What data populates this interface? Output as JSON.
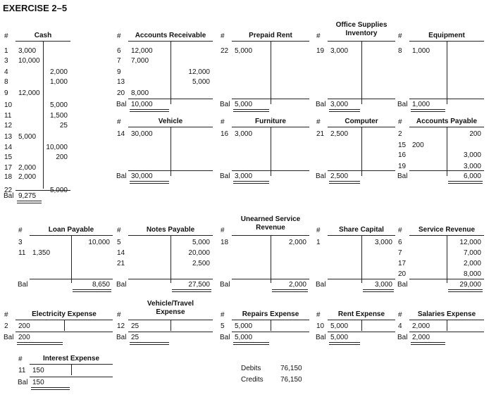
{
  "title": "EXERCISE 2–5",
  "hash": "#",
  "bal": "Bal",
  "accounts": [
    {
      "id": "cash",
      "title": [
        "Cash"
      ],
      "refs": [
        "1",
        "3",
        "4",
        "8",
        "9",
        "10",
        "11",
        "12",
        "13",
        "14",
        "15",
        "17",
        "18",
        "22"
      ],
      "debits": [
        "3,000",
        "10,000",
        "",
        "",
        "12,000",
        "",
        "",
        "",
        "5,000",
        "",
        "",
        "2,000",
        "2,000",
        ""
      ],
      "credits": [
        "",
        "",
        "2,000",
        "1,000",
        "",
        "5,000",
        "1,500",
        "25",
        "",
        "10,000",
        "200",
        "",
        "",
        "5,000"
      ],
      "bal": "9,275",
      "bal_side": "debit"
    },
    {
      "id": "accounts-receivable",
      "title": [
        "Accounts Receivable"
      ],
      "refs": [
        "6",
        "7",
        "9",
        "13",
        "20"
      ],
      "debits": [
        "12,000",
        "7,000",
        "",
        "",
        "8,000"
      ],
      "credits": [
        "",
        "",
        "12,000",
        "5,000",
        ""
      ],
      "bal": "10,000",
      "bal_side": "debit"
    },
    {
      "id": "prepaid-rent",
      "title": [
        "Prepaid Rent"
      ],
      "refs": [
        "22"
      ],
      "debits": [
        "5,000"
      ],
      "credits": [
        ""
      ],
      "bal": "5,000",
      "bal_side": "debit"
    },
    {
      "id": "office-supplies",
      "title": [
        "Office Supplies",
        "Inventory"
      ],
      "refs": [
        "19"
      ],
      "debits": [
        "3,000"
      ],
      "credits": [
        ""
      ],
      "bal": "3,000",
      "bal_side": "debit"
    },
    {
      "id": "equipment",
      "title": [
        "Equipment"
      ],
      "refs": [
        "8"
      ],
      "debits": [
        "1,000"
      ],
      "credits": [
        ""
      ],
      "bal": "1,000",
      "bal_side": "debit"
    },
    {
      "id": "vehicle",
      "title": [
        "Vehicle"
      ],
      "refs": [
        "14"
      ],
      "debits": [
        "30,000"
      ],
      "credits": [
        ""
      ],
      "bal": "30,000",
      "bal_side": "debit"
    },
    {
      "id": "furniture",
      "title": [
        "Furniture"
      ],
      "refs": [
        "16"
      ],
      "debits": [
        "3,000"
      ],
      "credits": [
        ""
      ],
      "bal": "3,000",
      "bal_side": "debit"
    },
    {
      "id": "computer",
      "title": [
        "Computer"
      ],
      "refs": [
        "21"
      ],
      "debits": [
        "2,500"
      ],
      "credits": [
        ""
      ],
      "bal": "2,500",
      "bal_side": "debit"
    },
    {
      "id": "accounts-payable",
      "title": [
        "Accounts Payable"
      ],
      "refs": [
        "2",
        "15",
        "16",
        "19"
      ],
      "debits": [
        "",
        "200",
        "",
        ""
      ],
      "credits": [
        "200",
        "",
        "3,000",
        "3,000"
      ],
      "bal": "6,000",
      "bal_side": "credit"
    },
    {
      "id": "loan-payable",
      "title": [
        "Loan Payable"
      ],
      "refs": [
        "3",
        "11"
      ],
      "debits": [
        "",
        "1,350"
      ],
      "credits": [
        "10,000",
        ""
      ],
      "bal": "8,650",
      "bal_side": "credit"
    },
    {
      "id": "notes-payable",
      "title": [
        "Notes Payable"
      ],
      "refs": [
        "5",
        "14",
        "21"
      ],
      "debits": [
        "",
        "",
        ""
      ],
      "credits": [
        "5,000",
        "20,000",
        "2,500"
      ],
      "bal": "27,500",
      "bal_side": "credit"
    },
    {
      "id": "unearned-service-revenue",
      "title": [
        "Unearned Service",
        "Revenue"
      ],
      "refs": [
        "18"
      ],
      "debits": [
        ""
      ],
      "credits": [
        "2,000"
      ],
      "bal": "2,000",
      "bal_side": "credit"
    },
    {
      "id": "share-capital",
      "title": [
        "Share Capital"
      ],
      "refs": [
        "1"
      ],
      "debits": [
        ""
      ],
      "credits": [
        "3,000"
      ],
      "bal": "3,000",
      "bal_side": "credit"
    },
    {
      "id": "service-revenue",
      "title": [
        "Service Revenue"
      ],
      "refs": [
        "6",
        "7",
        "17",
        "20"
      ],
      "debits": [
        "",
        "",
        "",
        ""
      ],
      "credits": [
        "12,000",
        "7,000",
        "2,000",
        "8,000"
      ],
      "bal": "29,000",
      "bal_side": "credit"
    },
    {
      "id": "electricity-expense",
      "title": [
        "Electricity Expense"
      ],
      "refs": [
        "2"
      ],
      "debits": [
        "200"
      ],
      "credits": [
        ""
      ],
      "bal": "200",
      "bal_side": "debit"
    },
    {
      "id": "vehicle-travel-expense",
      "title": [
        "Vehicle/Travel",
        "Expense"
      ],
      "refs": [
        "12"
      ],
      "debits": [
        "25"
      ],
      "credits": [
        ""
      ],
      "bal": "25",
      "bal_side": "debit"
    },
    {
      "id": "repairs-expense",
      "title": [
        "Repairs Expense"
      ],
      "refs": [
        "5"
      ],
      "debits": [
        "5,000"
      ],
      "credits": [
        ""
      ],
      "bal": "5,000",
      "bal_side": "debit"
    },
    {
      "id": "rent-expense",
      "title": [
        "Rent Expense"
      ],
      "refs": [
        "10"
      ],
      "debits": [
        "5,000"
      ],
      "credits": [
        ""
      ],
      "bal": "5,000",
      "bal_side": "debit"
    },
    {
      "id": "salaries-expense",
      "title": [
        "Salaries Expense"
      ],
      "refs": [
        "4"
      ],
      "debits": [
        "2,000"
      ],
      "credits": [
        ""
      ],
      "bal": "2,000",
      "bal_side": "debit"
    },
    {
      "id": "interest-expense",
      "title": [
        "Interest Expense"
      ],
      "refs": [
        "11"
      ],
      "debits": [
        "150"
      ],
      "credits": [
        ""
      ],
      "bal": "150",
      "bal_side": "debit"
    }
  ],
  "totals": {
    "debits_label": "Debits",
    "debits_value": "76,150",
    "credits_label": "Credits",
    "credits_value": "76,150"
  }
}
